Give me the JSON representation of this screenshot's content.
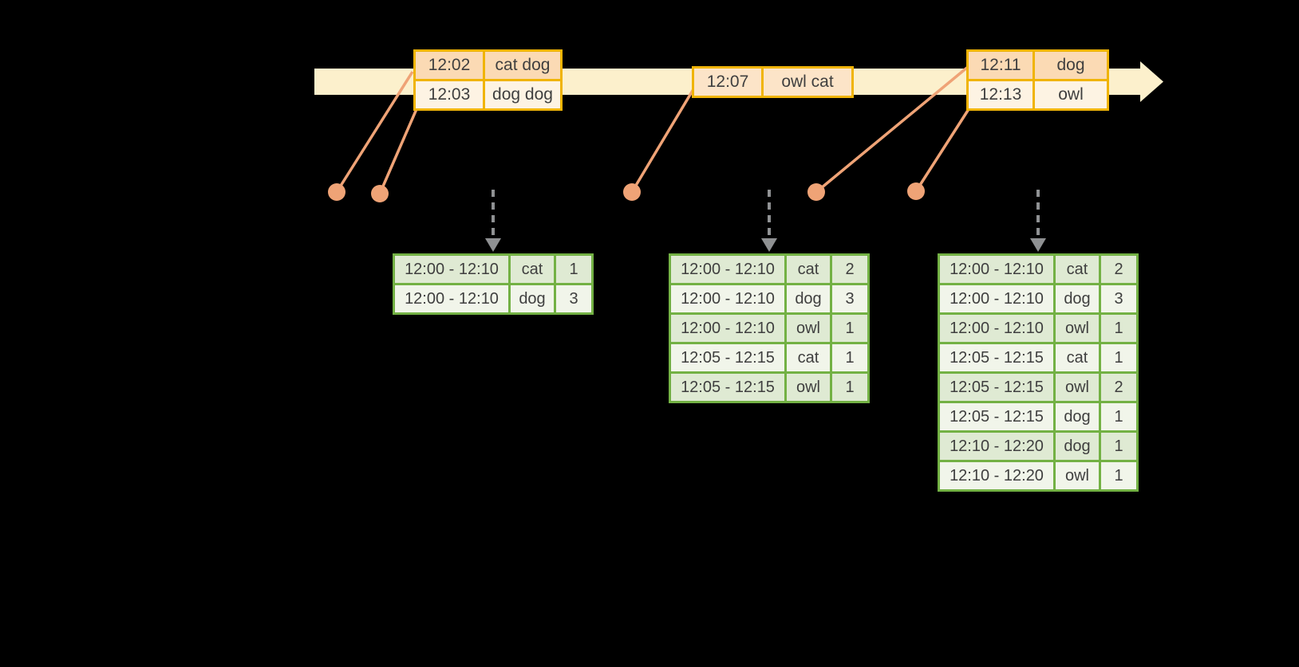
{
  "colors": {
    "background": "#000000",
    "timeline_fill": "#fcf0cc",
    "event_table_border": "#f0b405",
    "event_row_dark": "#fbdab4",
    "event_row_light": "#fdf3e3",
    "event_row_mid": "#fce4c8",
    "dot_and_line": "#efa376",
    "dashed_arrow": "#8f9193",
    "result_table_border": "#73b144",
    "result_row_dark": "#dfead3",
    "result_row_light": "#f1f5ea",
    "text": "#3f3f3f"
  },
  "event_tables": [
    {
      "rows": [
        {
          "time": "12:02",
          "words": "cat dog"
        },
        {
          "time": "12:03",
          "words": "dog dog"
        }
      ]
    },
    {
      "rows": [
        {
          "time": "12:07",
          "words": "owl cat"
        }
      ]
    },
    {
      "rows": [
        {
          "time": "12:11",
          "words": "dog"
        },
        {
          "time": "12:13",
          "words": "owl"
        }
      ]
    }
  ],
  "result_tables": [
    {
      "rows": [
        {
          "window": "12:00 - 12:10",
          "word": "cat",
          "count": "1"
        },
        {
          "window": "12:00 - 12:10",
          "word": "dog",
          "count": "3"
        }
      ]
    },
    {
      "rows": [
        {
          "window": "12:00 - 12:10",
          "word": "cat",
          "count": "2"
        },
        {
          "window": "12:00 - 12:10",
          "word": "dog",
          "count": "3"
        },
        {
          "window": "12:00 - 12:10",
          "word": "owl",
          "count": "1"
        },
        {
          "window": "12:05 - 12:15",
          "word": "cat",
          "count": "1"
        },
        {
          "window": "12:05 - 12:15",
          "word": "owl",
          "count": "1"
        }
      ]
    },
    {
      "rows": [
        {
          "window": "12:00 - 12:10",
          "word": "cat",
          "count": "2"
        },
        {
          "window": "12:00 - 12:10",
          "word": "dog",
          "count": "3"
        },
        {
          "window": "12:00 - 12:10",
          "word": "owl",
          "count": "1"
        },
        {
          "window": "12:05 - 12:15",
          "word": "cat",
          "count": "1"
        },
        {
          "window": "12:05 - 12:15",
          "word": "owl",
          "count": "2"
        },
        {
          "window": "12:05 - 12:15",
          "word": "dog",
          "count": "1"
        },
        {
          "window": "12:10 - 12:20",
          "word": "dog",
          "count": "1"
        },
        {
          "window": "12:10 - 12:20",
          "word": "owl",
          "count": "1"
        }
      ]
    }
  ]
}
